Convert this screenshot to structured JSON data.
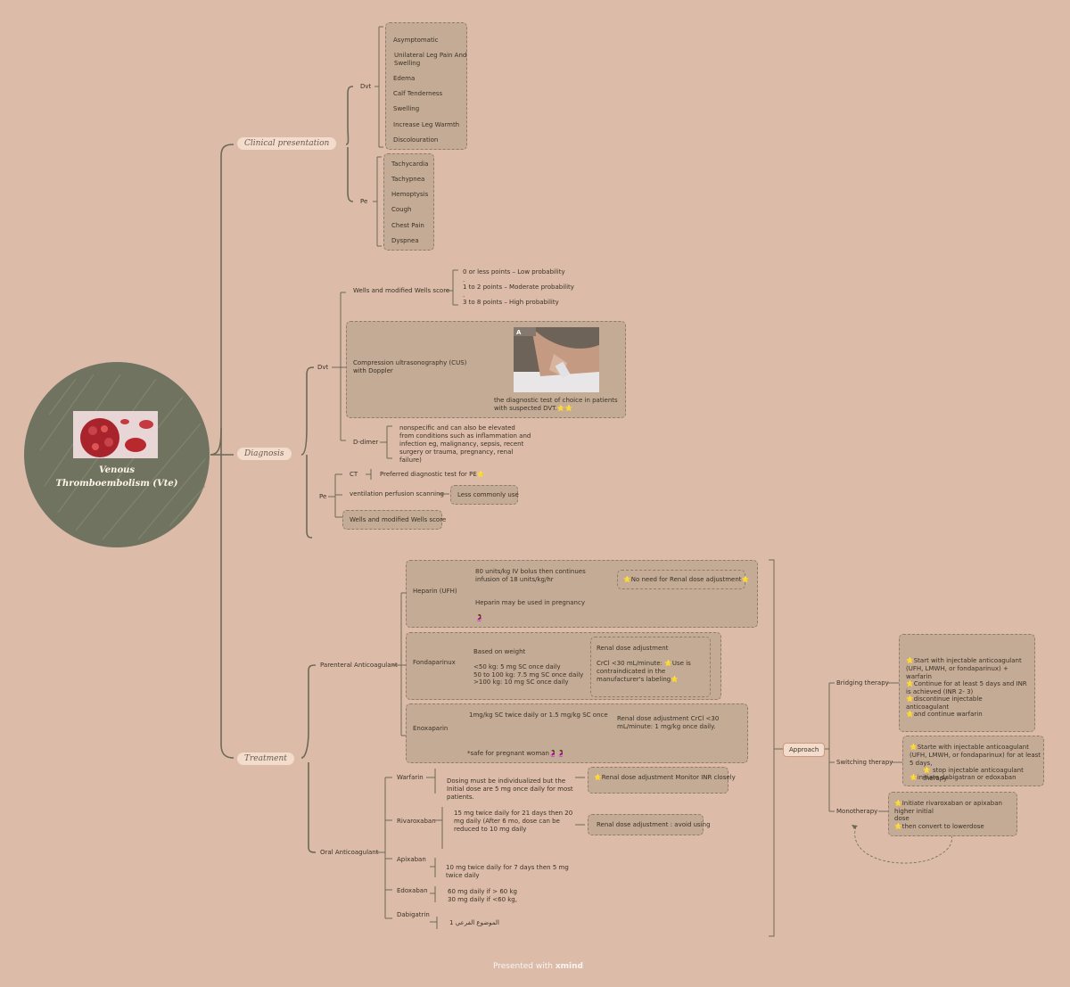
{
  "central": {
    "title_line1": "Venous",
    "title_line2": "Thromboembolism (Vte)"
  },
  "branches": {
    "clinical": "Clinical presentation",
    "diagnosis": "Diagnosis",
    "treatment": "Treatment"
  },
  "clinical": {
    "dvt_label": "Dvt",
    "dvt_items": [
      "Asymptomatic",
      "Unilateral Leg Pain And Swelling",
      "Edema",
      "Calf Tenderness",
      "Swelling",
      "Increase Leg Warmth",
      "Discolouration"
    ],
    "pe_label": "Pe",
    "pe_items": [
      "Tachycardia",
      "Tachypnea",
      "Hemoptysis",
      "Cough",
      "Chest Pain",
      "Dyspnea"
    ]
  },
  "diagnosis": {
    "dvt_label": "Dvt",
    "wells_label": "Wells and modified Wells score",
    "wells_items": [
      "0 or less points – Low probability",
      "1 to 2 points – Moderate probability",
      "3 to 8 points – High probability"
    ],
    "cus_label": "Compression ultrasonography (CUS) with Doppler",
    "cus_note": "the diagnostic test of choice in patients with suspected DVT.⭐⭐",
    "cus_image_letter": "A",
    "ddimer_label": "D-dimer",
    "ddimer_note": "nonspecific and can also be elevated from conditions such as inflammation and infection eg, malignancy, sepsis, recent surgery or trauma, pregnancy, renal failure)",
    "pe_label": "Pe",
    "ct_label": "CT",
    "ct_note": "Preferred diagnostic test for PE⭐",
    "vq_label": "ventilation perfusion scanning",
    "vq_note": "Less commonly use",
    "pe_wells": "Wells and modified Wells score"
  },
  "treatment": {
    "parenteral_label": "Parenteral Anticoagulant",
    "heparin_label": "Heparin (UFH)",
    "heparin_dose": "80 units/kg IV bolus then continues infusion of 18 units/kg/hr",
    "heparin_renal": "⭐No need for Renal dose adjustment⭐",
    "heparin_preg": "Heparin may be used in pregnancy",
    "heparin_emoji": "🤰",
    "fonda_label": "Fondaparinux",
    "fonda_weight": "Based on weight",
    "fonda_doses": [
      "<50 kg: 5 mg SC once daily",
      "50 to 100 kg: 7.5 mg SC once daily",
      ">100 kg: 10 mg SC once daily"
    ],
    "fonda_renal_title": "Renal dose adjustment",
    "fonda_renal_text": "CrCl <30 mL/minute: ⭐Use is contraindicated in the manufacturer's labeling⭐",
    "enox_label": "Enoxaparin",
    "enox_dose": "1mg/kg SC twice daily or 1.5 mg/kg SC once",
    "enox_renal": "Renal dose adjustment CrCl <30 mL/minute: 1 mg/kg once daily.",
    "enox_preg": "*safe for pregnant woman🤰🤰",
    "oral_label": "Oral Anticoagulant",
    "warfarin_label": "Warfarin",
    "warfarin_dose": "Dosing must be individualized but the Initial dose are 5 mg once daily for most patients.",
    "warfarin_renal": "⭐Renal dose adjustment Monitor INR closely",
    "riva_label": "Rivaroxaban",
    "riva_dose": "15 mg twice daily for 21 days then 20 mg daily (After 6 mo, dose can be reduced to 10 mg daily",
    "riva_renal": "Renal dose adjustment : avoid using",
    "apix_label": "Apixaban",
    "apix_dose": "10 mg twice daily for 7 days then 5 mg twice daily",
    "edox_label": "Edoxaban",
    "edox_doses": [
      "60 mg daily if > 60 kg",
      "30 mg daily if <60 kg,"
    ],
    "dabi_label": "Dabigatrin",
    "dabi_note": "الموضوع الفرعي 1"
  },
  "approach": {
    "label": "Approach",
    "bridging_label": "Bridging therapy",
    "bridging_text": [
      "⭐Start with injectable anticoagulant (UFH, LMWH, or fondaparinux) + warfarin",
      "",
      "⭐Continue for at least 5 days and INR is achieved (INR 2- 3)",
      "⭐discontinue injectable anticoagulant",
      "⭐and continue warfarin"
    ],
    "switching_label": "Switching therapy",
    "switching_text": [
      "⭐Starte with injectable anticoagulant (UFH, LMWH, or fondaparinux) for at least 5 days,",
      "⭐ stop injectable anticoagulant therapy",
      "⭐initiate dabigatran or edoxaban"
    ],
    "mono_label": "Monotherapy",
    "mono_text": [
      "⭐Initiate rivaroxaban or apixaban higher initial",
      "dose",
      "⭐then convert to lowerdose"
    ]
  },
  "footer": {
    "presented": "Presented with",
    "brand": "xmind"
  },
  "colors": {
    "background": "#dcbca9",
    "central": "#6f735f",
    "line": "#6b6a55",
    "box": "#c4ab96",
    "pill": "#f3dccb"
  }
}
